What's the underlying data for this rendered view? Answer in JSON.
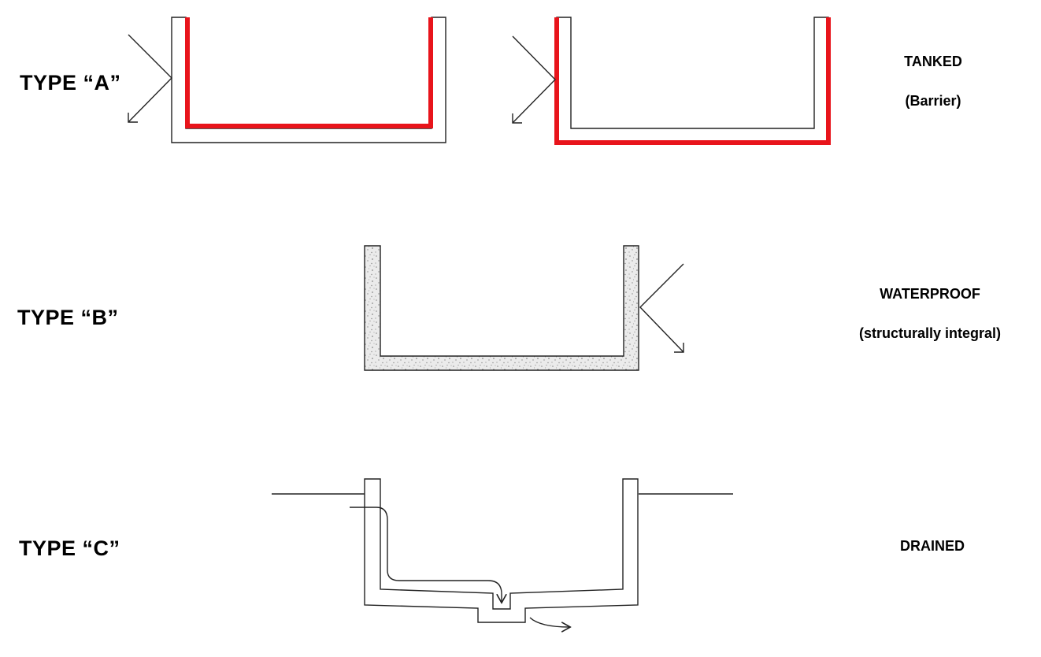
{
  "colors": {
    "barrier": "#e8141b",
    "outline": "#222222",
    "concrete_fill": "#ebebeb",
    "concrete_speck": "#8a8a8a"
  },
  "rows": [
    {
      "type_label": "TYPE “A”",
      "description": "TANKED",
      "sub_description": "(Barrier)"
    },
    {
      "type_label": "TYPE “B”",
      "description": "WATERPROOF",
      "sub_description": "(structurally integral)"
    },
    {
      "type_label": "TYPE “C”",
      "description": "DRAINED"
    }
  ]
}
